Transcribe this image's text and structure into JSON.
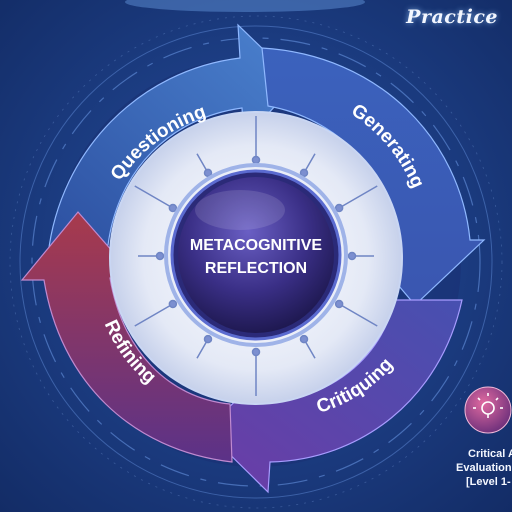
{
  "header": {
    "practice_label": "Practice"
  },
  "cycle": {
    "stages": [
      {
        "label": "Questioning",
        "color": "#3c6fbf"
      },
      {
        "label": "Generating",
        "color": "#3a5bb8"
      },
      {
        "label": "Critiquing",
        "color": "#5a3fa8"
      },
      {
        "label": "Refining",
        "color": "#8a3550"
      }
    ]
  },
  "center": {
    "line1": "METACOGNITIVE",
    "line2": "REFLECTION"
  },
  "side_card": {
    "icon": "lightbulb-icon",
    "line1": "Critical A",
    "line2": "Evaluation",
    "line3": "[Level 1-"
  }
}
